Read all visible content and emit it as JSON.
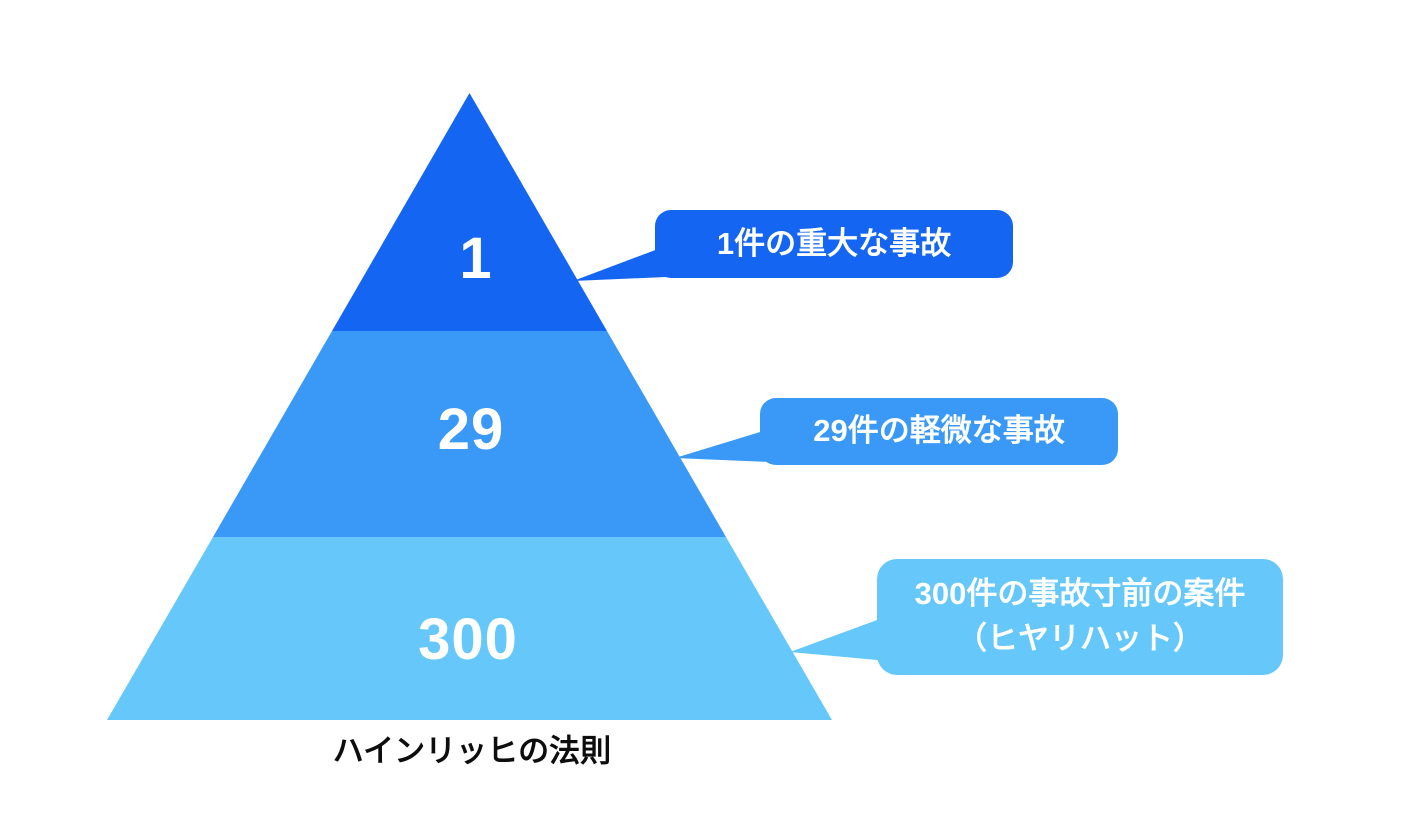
{
  "canvas": {
    "background_color": "#ffffff"
  },
  "diagram": {
    "title": "ハインリッヒの法則",
    "tiers": [
      {
        "value": "1",
        "color": "#1466F2",
        "callout": "1件の重大な事故"
      },
      {
        "value": "29",
        "color": "#3A99F7",
        "callout": "29件の軽微な事故"
      },
      {
        "value": "300",
        "color": "#66C8FA",
        "callout_line1": "300件の事故寸前の案件",
        "callout_line2": "（ヒヤリハット）"
      }
    ],
    "text_color_on_tiers": "#ffffff",
    "title_color": "#0d0d0d"
  },
  "chart_data": {
    "type": "pyramid",
    "title": "ハインリッヒの法則",
    "levels": [
      {
        "label": "1件の重大な事故",
        "value": 1
      },
      {
        "label": "29件の軽微な事故",
        "value": 29
      },
      {
        "label": "300件の事故寸前の案件（ヒヤリハット）",
        "value": 300
      }
    ],
    "legend_position": "right-callouts",
    "orientation": "apex-top"
  }
}
